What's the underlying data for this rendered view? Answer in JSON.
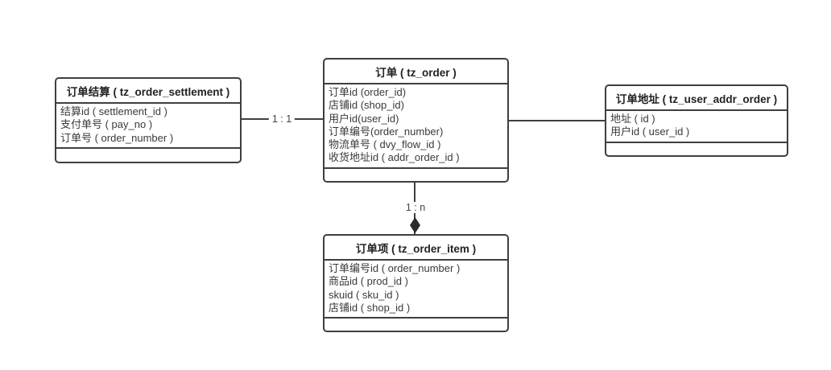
{
  "diagram_title": "order-tables-er-diagram",
  "colors": {
    "background": "#ffffff",
    "border": "#3f3f3f",
    "title_text": "#222222",
    "field_text": "#3a3a3a",
    "connector": "#3f3f3f"
  },
  "tables": {
    "settlement": {
      "title": "订单结算 ( tz_order_settlement )",
      "fields": [
        "结算id ( settlement_id )",
        "支付单号 ( pay_no )",
        "订单号 ( order_number )"
      ]
    },
    "order": {
      "title": "订单 ( tz_order )",
      "fields": [
        "订单id (order_id)",
        "店铺id (shop_id)",
        "用户id(user_id)",
        "订单编号(order_number)",
        "物流单号 ( dvy_flow_id )",
        "收货地址id ( addr_order_id )"
      ]
    },
    "address": {
      "title": "订单地址 ( tz_user_addr_order )",
      "fields": [
        "地址 ( id )",
        "用户id ( user_id )"
      ]
    },
    "item": {
      "title": "订单项 ( tz_order_item )",
      "fields": [
        "订单编号id ( order_number )",
        "商品id ( prod_id )",
        "skuid ( sku_id )",
        "店铺id ( shop_id )"
      ]
    }
  },
  "connectors": {
    "settlement_order": {
      "label": "1 : 1"
    },
    "order_address": {
      "label": ""
    },
    "order_item": {
      "label": "1 : n",
      "arrow": "filled-diamond"
    }
  }
}
